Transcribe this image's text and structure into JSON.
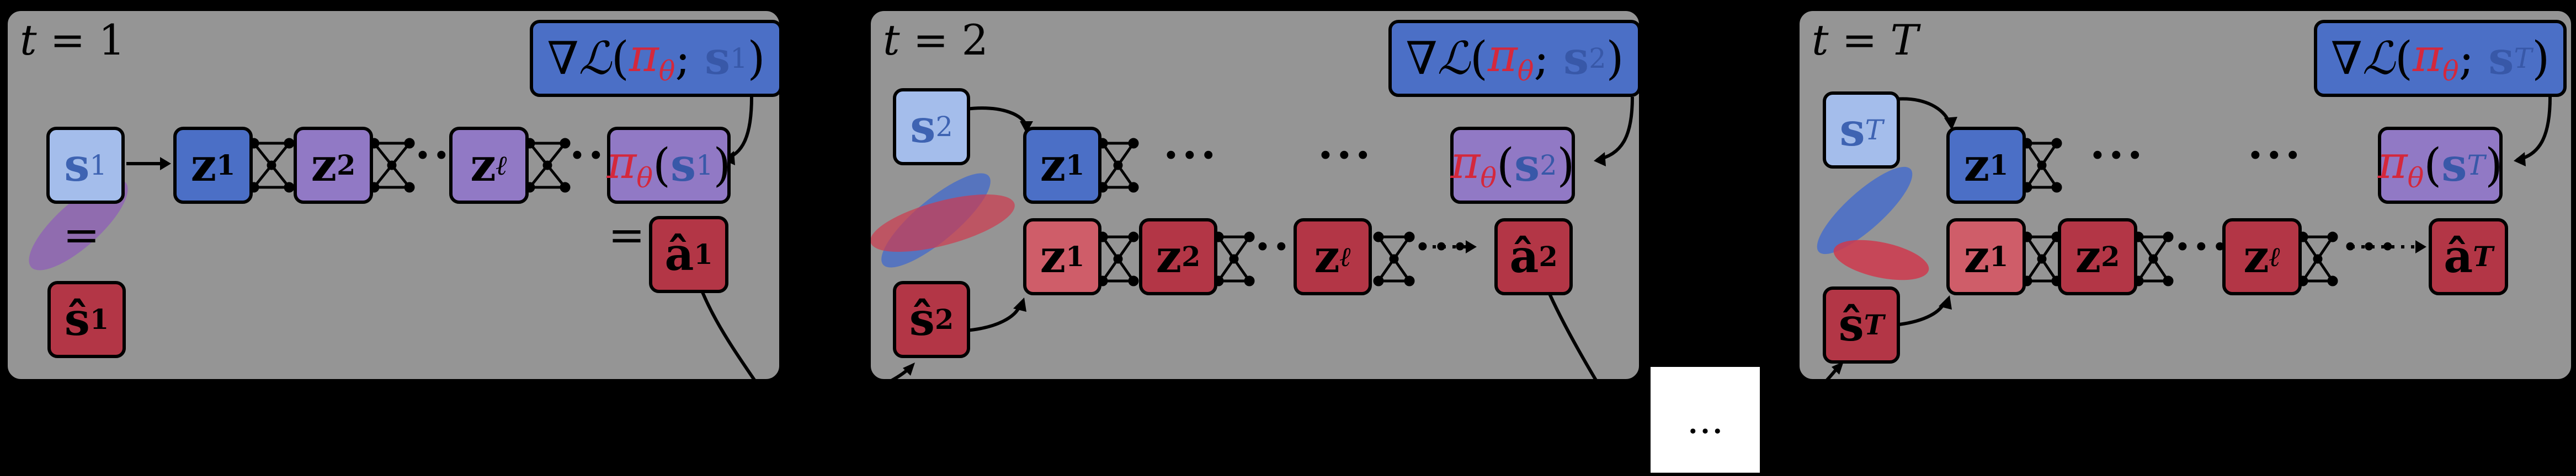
{
  "panels": [
    {
      "t_label": "1",
      "grad": "∇ℒ(πθ; s1)",
      "state": "s",
      "state_sub": "1",
      "z_sub": [
        "1",
        "2",
        "ℓ"
      ],
      "pi_state_sub": "1",
      "a_hat_sub": "1",
      "s_hat_sub": "1",
      "eq": "="
    },
    {
      "t_label": "2",
      "grad": "∇ℒ(πθ; s2)",
      "state_sub": "2",
      "z_sub": [
        "1",
        "2",
        "ℓ"
      ],
      "pi_state_sub": "2",
      "a_hat_sub": "2",
      "s_hat_sub": "2"
    },
    {
      "t_label": "T",
      "grad": "∇ℒ(πθ; sT)",
      "state_sub": "T",
      "z_sub": [
        "1",
        "2",
        "ℓ"
      ],
      "pi_state_sub": "T",
      "a_hat_sub": "T",
      "s_hat_sub": "T"
    }
  ],
  "ellipsis": "...",
  "colors": {
    "blue": "#4b6fc6",
    "purple": "#9179c5",
    "red": "#b33646",
    "light_blue": "#a4bdeb",
    "panel": "#959595"
  }
}
